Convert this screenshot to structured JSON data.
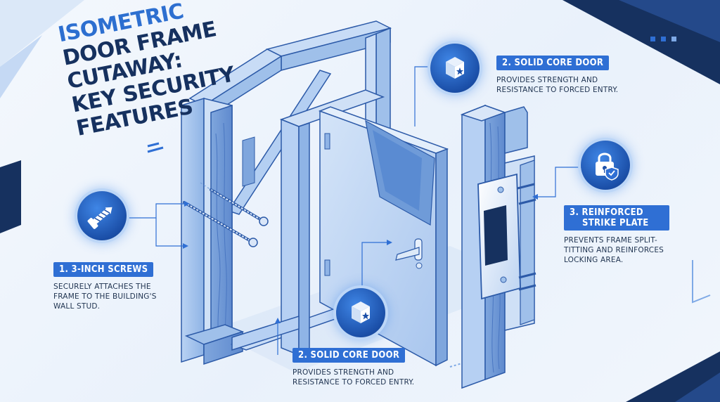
{
  "title": {
    "line1": "ISOMETRIC",
    "line2": "DOOR FRAME CUTAWAY:",
    "line3": "KEY SECURITY FEATURES"
  },
  "callouts": {
    "screws": {
      "heading": "1. 3-INCH SCREWS",
      "body": [
        "SECURELY ATTACHES THE",
        "FRAME TO THE BUILDING'S",
        "WALL STUD."
      ]
    },
    "solid_core_top": {
      "heading": "2. SOLID CORE DOOR",
      "body": [
        "PROVIDES STRENGTH AND",
        "RESISTANCE TO FORCED ENTRY."
      ]
    },
    "solid_core_bottom": {
      "heading": "2. SOLID CORE DOOR",
      "body": [
        "PROVIDES STRENGTH AND",
        "RESISTANCE TO FORCED ENTRY."
      ]
    },
    "strike_plate": {
      "heading_line1": "3. REINFORCED",
      "heading_line2": "STRIKE PLATE",
      "body": [
        "PREVENTS FRAME SPLIT-",
        "TITTING AND REINFORCES",
        "LOCKING AREA."
      ]
    }
  },
  "icons": {
    "screws": "screw-icon",
    "solid_core_top": "cube-icon",
    "solid_core_bottom": "cube-icon",
    "strike_plate": "padlock-shield-icon"
  },
  "colors": {
    "accent": "#2f6fd4",
    "title_dark": "#16315f",
    "title_accent": "#2d6fd0",
    "navy": "#123c86",
    "frame_light": "#cfe0f6",
    "frame_mid": "#9fc0ea",
    "frame_dark": "#6f9bd8"
  }
}
